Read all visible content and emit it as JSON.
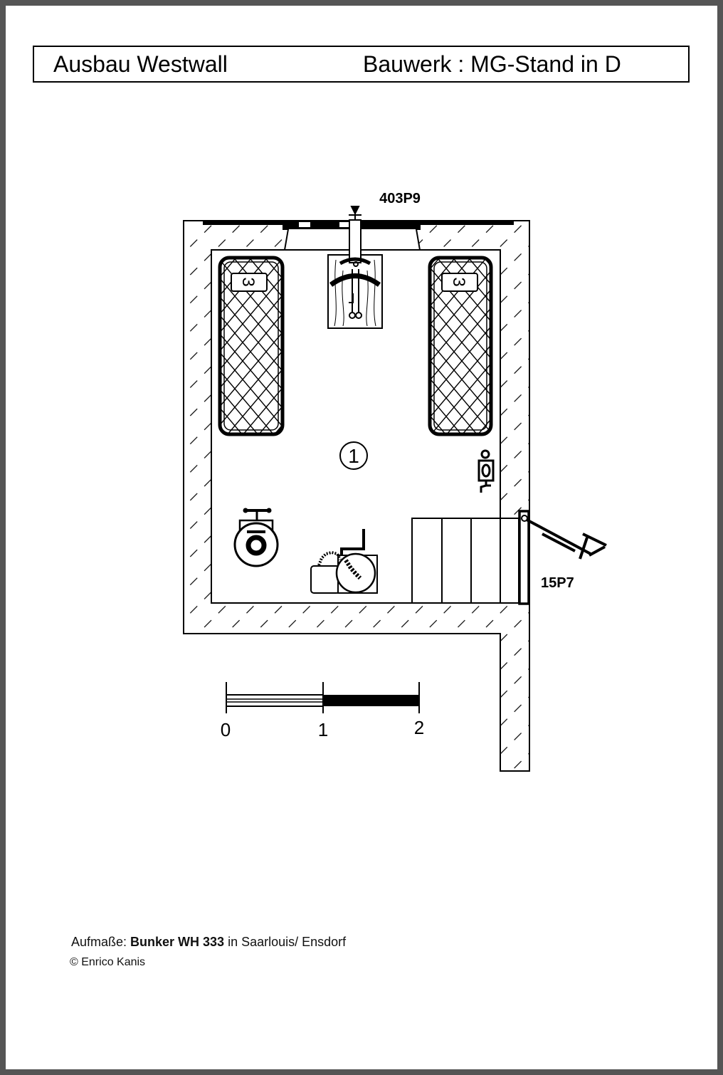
{
  "header": {
    "title_left": "Ausbau Westwall",
    "title_right": "Bauwerk : MG-Stand in D"
  },
  "plan": {
    "embrasure_label": "403P9",
    "door_label": "15P7",
    "room_number": "1",
    "bed_left_label": "3",
    "bed_right_label": "3"
  },
  "scale_bar": {
    "labels": [
      "0",
      "1",
      "2"
    ]
  },
  "footer": {
    "prefix": "Aufmaße: ",
    "bunker": "Bunker WH 333",
    "suffix": " in Saarlouis/ Ensdorf",
    "copyright": "© Enrico Kanis"
  }
}
